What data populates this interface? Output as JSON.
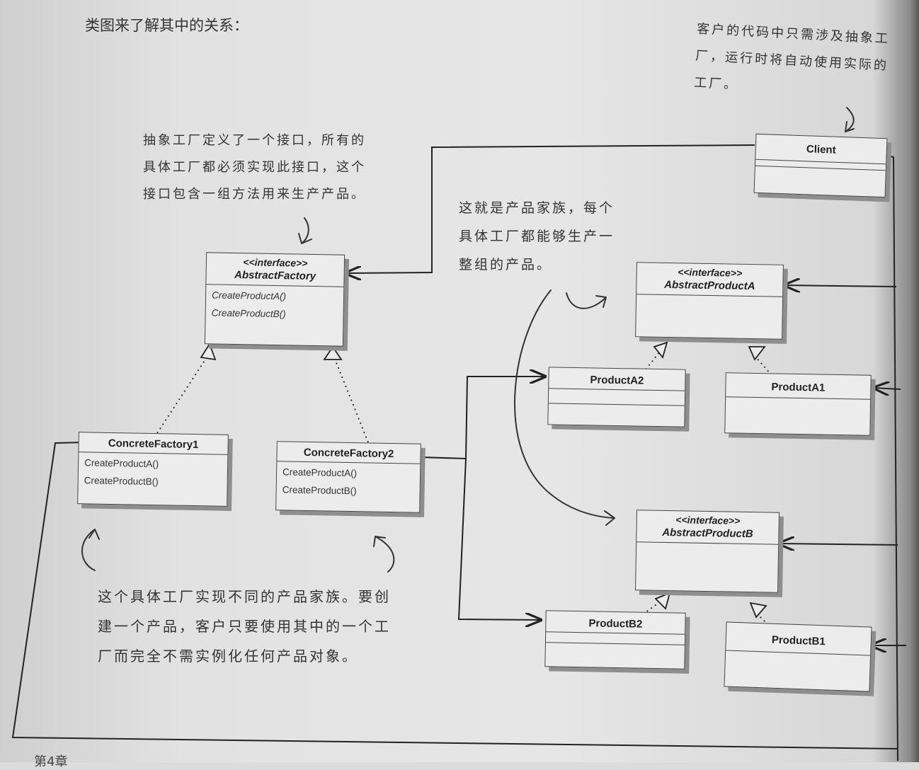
{
  "intro_text": "类图来了解其中的关系：",
  "notes": {
    "client_note": [
      "客户的代码中只需涉及抽象工",
      "厂，运行时将自动使用实际的",
      "工厂。"
    ],
    "abstract_factory_note": [
      "抽象工厂定义了一个接口，所有的",
      "具体工厂都必须实现此接口，这个",
      "接口包含一组方法用来生产产品。"
    ],
    "product_family_note": [
      "这就是产品家族，每个",
      "具体工厂都能够生产一",
      "整组的产品。"
    ],
    "concrete_factory_note": [
      "这个具体工厂实现不同的产品家族。要创",
      "建一个产品，客户只要使用其中的一个工",
      "厂而完全不需实例化任何产品对象。"
    ]
  },
  "classes": {
    "client": {
      "name": "Client"
    },
    "abstract_factory": {
      "stereotype": "<<interface>>",
      "name": "AbstractFactory",
      "ops": [
        "CreateProductA()",
        "CreateProductB()"
      ]
    },
    "concrete_factory1": {
      "name": "ConcreteFactory1",
      "ops": [
        "CreateProductA()",
        "CreateProductB()"
      ]
    },
    "concrete_factory2": {
      "name": "ConcreteFactory2",
      "ops": [
        "CreateProductA()",
        "CreateProductB()"
      ]
    },
    "abstract_product_a": {
      "stereotype": "<<interface>>",
      "name": "AbstractProductA"
    },
    "abstract_product_b": {
      "stereotype": "<<interface>>",
      "name": "AbstractProductB"
    },
    "product_a2": {
      "name": "ProductA2"
    },
    "product_a1": {
      "name": "ProductA1"
    },
    "product_b2": {
      "name": "ProductB2"
    },
    "product_b1": {
      "name": "ProductB1"
    }
  },
  "footer": "第4章"
}
